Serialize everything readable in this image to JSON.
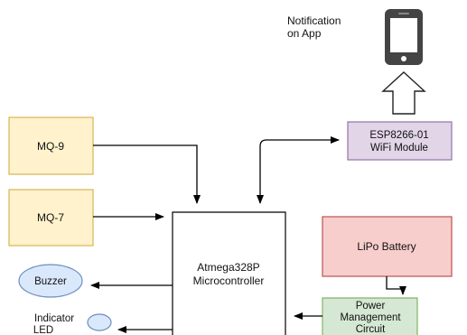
{
  "diagram": {
    "notification": {
      "line1": "Notification",
      "line2": "on App",
      "icon": "smartphone-icon"
    },
    "nodes": {
      "mq9": {
        "label": "MQ-9",
        "fill": "#FFF2CC",
        "stroke": "#D6B656"
      },
      "mq7": {
        "label": "MQ-7",
        "fill": "#FFF2CC",
        "stroke": "#D6B656"
      },
      "esp": {
        "line1": "ESP8266-01",
        "line2": "WiFi Module",
        "fill": "#E1D5E7",
        "stroke": "#9673A6"
      },
      "mcu": {
        "line1": "Atmega328P",
        "line2": "Microcontroller",
        "fill": "#FFFFFF",
        "stroke": "#000000"
      },
      "battery": {
        "label": "LiPo Battery",
        "fill": "#F8CECC",
        "stroke": "#B85450"
      },
      "power": {
        "line1": "Power",
        "line2": "Management",
        "line3": "Circuit",
        "fill": "#D5E8D4",
        "stroke": "#82B366"
      },
      "buzzer": {
        "label": "Buzzer",
        "fill": "#DAE8FC",
        "stroke": "#6C8EBF"
      },
      "led": {
        "line1": "Indicator",
        "line2": "LED",
        "fill": "#DAE8FC",
        "stroke": "#6C8EBF"
      }
    }
  }
}
